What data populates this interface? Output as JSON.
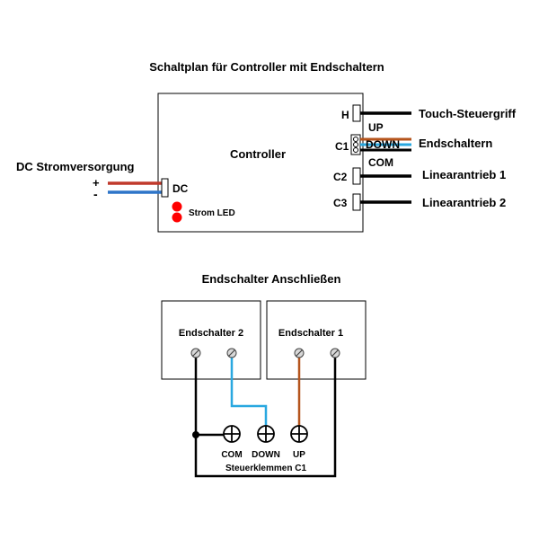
{
  "top": {
    "title": "Schaltplan für Controller mit Endschaltern",
    "controller_label": "Controller",
    "power_label": "DC Stromversorgung",
    "plus": "+",
    "minus": "-",
    "dc_label": "DC",
    "led_label": "Strom LED",
    "port_h": "H",
    "port_c1": "C1",
    "port_c2": "C2",
    "port_c3": "C3",
    "up": "UP",
    "down": "DOWN",
    "com": "COM",
    "touch": "Touch-Steuergriff",
    "endschalter": "Endschaltern",
    "linear1": "Linearantrieb 1",
    "linear2": "Linearantrieb 2"
  },
  "bottom": {
    "title": "Endschalter Anschließen",
    "switch2": "Endschalter 2",
    "switch1": "Endschalter 1",
    "com": "COM",
    "down": "DOWN",
    "up": "UP",
    "terminals": "Steuerklemmen C1"
  },
  "colors": {
    "red_wire": "#c0392b",
    "blue_wire": "#2e75c8",
    "cyan_wire": "#29a8e0",
    "brown_wire": "#b5541c",
    "led": "#ff0000"
  }
}
